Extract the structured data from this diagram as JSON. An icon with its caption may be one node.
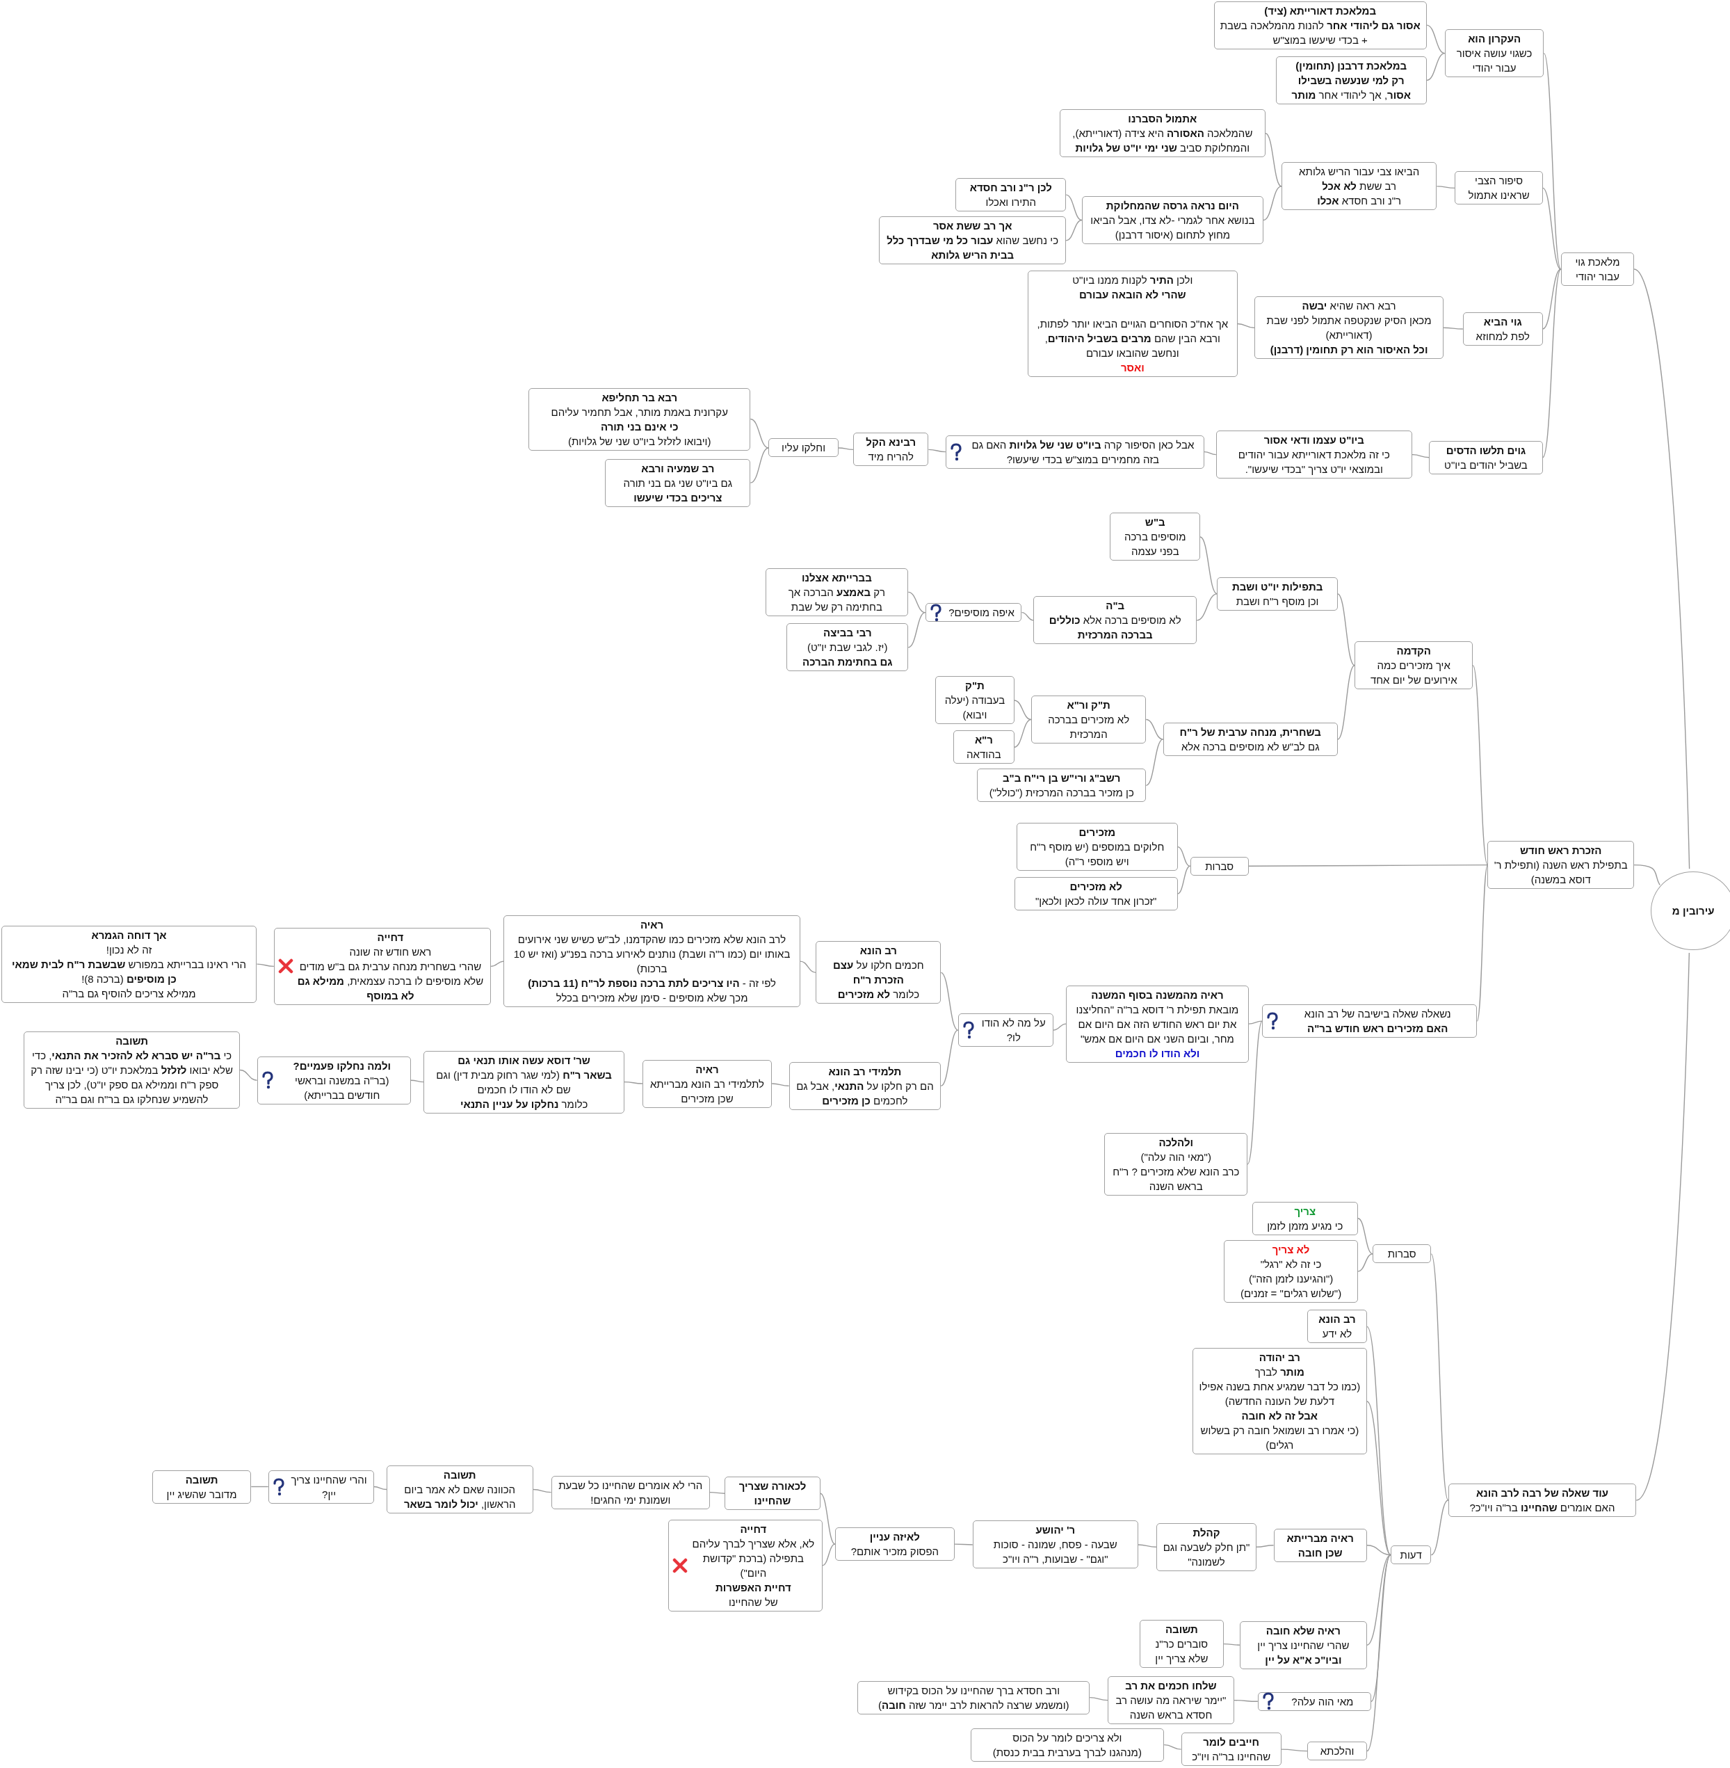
{
  "diagram": {
    "nodes": [
      {
        "text": [
          "עירובין מ"
        ]
      },
      {
        "text": [
          "מלאכת גוי עבור יהודי"
        ]
      },
      {
        "text": [
          "העקרון הוא",
          "כשגוי עושה איסור עבור יהודי"
        ]
      },
      {
        "text": [
          "במלאכת דאורייתא (ציד)",
          "**אסור גם ליהודי אחר** להנות מהמלאכה בשבת + בכדי שיעשו במוצ\"ש"
        ]
      },
      {
        "text": [
          "במלאכת דרבנן (תחומין)",
          "רק למי שנעשה בשבילו",
          "**אסור**, אך ליהודי אחר **מותר**"
        ]
      },
      {
        "text": [
          "סיפור הצבי שראינו אתמול"
        ]
      },
      {
        "text": [
          "הביאו צבי עבור הריש גלותא",
          "רב ששת **לא אכל**",
          "ר\"נ ורב חסדא **אכלו**"
        ]
      },
      {
        "text": [
          "אתמול הסברנו",
          "שהמלאכה **האסורה** היא צידה (דאורייתא), והמחלוקת סביב **שני ימי יו\"ט של גלויות**"
        ]
      },
      {
        "text": [
          "היום נראה גרסה שהמחלוקת",
          "בנושא אחר לגמרי -לא צדו, אבל הביאו מחוץ לתחום (איסור דרבנן)"
        ]
      },
      {
        "text": [
          "לכן ר\"נ ורב חסדא",
          "התירו ואכלו"
        ]
      },
      {
        "text": [
          "אך רב ששת אסר",
          "כי נחשב שהוא **עבור כל מי שבדרך כלל בבית הריש גלותא**"
        ]
      },
      {
        "text": [
          "גוי הביא",
          "לפת למחוזא"
        ]
      },
      {
        "text": [
          "רבא ראה שהיא **יבשה**",
          "מכאן הסיק שנקטפה אתמול לפני שבת (דאורייתא)",
          "וכל האיסור הוא רק תחומין (דרבנן)"
        ]
      },
      {
        "text": [
          "ולכן **התיר** לקנות ממנו ביו\"ט",
          "שהרי לא הובאה עבורם",
          "אך אח\"כ הסוחרים הגויים הביאו יותר לפתות, ורבא הבין שהם **מרבים בשביל היהודים**, ונחשב שהובאו עבורם",
          "ואסר"
        ]
      },
      {
        "text": [
          "גוים תלשו הדסים",
          "בשביל יהודים ביו\"ט"
        ]
      },
      {
        "text": [
          "ביו\"ט עצמו ודאי אסור",
          "כי זה מלאכת דאורייתא עבור יהודים ובמוצאי יו\"ט צריך \"בכדי שיעשו\"."
        ]
      },
      {
        "text": [
          "אבל כאן הסיפור קרה **ביו\"ט שני של גלויות** האם גם בזה מחמירים במוצ\"ש בכדי שיעשו?"
        ]
      },
      {
        "text": [
          "רבינא הקל",
          "להריח מיד"
        ]
      },
      {
        "text": [
          "וחלקו עליו"
        ]
      },
      {
        "text": [
          "רבא בר תחליפא",
          "עקרונית באמת מותר, אבל תחמיר עליהם",
          "כי אינם בני תורה",
          "(ויבואו לזלזל ביו\"ט שני של גלויות)"
        ]
      },
      {
        "text": [
          "רב שמעיה ורבא",
          "גם ביו\"ט שני גם בני תורה **צריכים בכדי שיעשו**"
        ]
      },
      {
        "text": [
          "הזכרת ראש חודש",
          "בתפילת ראש השנה (ותפילת ר' דוסא במשנה)"
        ]
      },
      {
        "text": [
          "הקדמה",
          "איך מזכירים כמה אירועים של יום אחד"
        ]
      },
      {
        "text": [
          "בתפילות יו\"ט ושבת",
          "וכן מוסף ר\"ח ושבת"
        ]
      },
      {
        "text": [
          "ב\"ש",
          "מוסיפים ברכה בפני עצמה"
        ]
      },
      {
        "text": [
          "ב\"ה",
          "לא מוסיפים ברכה אלא **כוללים בברכה המרכזית**"
        ]
      },
      {
        "text": [
          "איפה מוסיפים?"
        ]
      },
      {
        "text": [
          "בברייתא אצלנו",
          "רק **באמצע** הברכה אך בחתימה רק של שבת"
        ]
      },
      {
        "text": [
          "רבי בביצה",
          "(יז. לגבי שבת יו\"ט)",
          "גם בחתימת הברכה"
        ]
      },
      {
        "text": [
          "בשחרית, מנחה ערבית של ר\"ח",
          "גם לב\"ש לא מוסיפים ברכה אלא"
        ]
      },
      {
        "text": [
          "ת\"ק ור\"א",
          "לא מזכירים בברכה המרכזית"
        ]
      },
      {
        "text": [
          "ת\"ק",
          "בעבודה (יעלה ויבוא)"
        ]
      },
      {
        "text": [
          "ר\"א",
          "בהודאה"
        ]
      },
      {
        "text": [
          "רשב\"ג ורי\"ש בן רי\"ח ב\"ב",
          "כן מזכיר בברכה המרכזית (\"כולל\")"
        ]
      },
      {
        "text": [
          "סברות"
        ]
      },
      {
        "text": [
          "מזכירים",
          "חלוקים במוספים (יש מוסף ר\"ח ויש מוספי ר\"ה)"
        ]
      },
      {
        "text": [
          "לא מזכירים",
          "\"זכרון אחד עולה לכאן ולכאן\""
        ]
      },
      {
        "text": [
          "נשאלה שאלה בישיבה של רב הונא",
          "האם מזכירים ראש חודש בר\"ה"
        ]
      },
      {
        "text": [
          "ראיה מהמשנה בסוף המשנה",
          "מובאת תפילת ר' דוסא בר\"ה \"החליצנו את יום ראש החודש הזה אם היום אם מחר, וביום השני אם היום אם אמש\"",
          "ולא הודו לו חכמים"
        ]
      },
      {
        "text": [
          "על מה לא הודו לו?"
        ]
      },
      {
        "text": [
          "רב הונא",
          "חכמים חלקו על **עצם הזכרת ר\"ח**",
          "כלומר **לא מזכירים**"
        ]
      },
      {
        "text": [
          "ראיה",
          "לרב הונא שלא מזכירים כמו שהקדמנו, לב\"ש כשיש שני אירועים באותו יום (כמו ר\"ה ושבת) נותנים לאירוע ברכה בפנ\"ע (ואז יש 10 ברכות)",
          "לפי זה - **היו צריכים לתת ברכה נוספת לר\"ח (11 ברכות)**",
          "מכך שלא מוסיפים - סימן שלא מזכירים בכלל"
        ]
      },
      {
        "text": [
          "דחייה",
          "ראש חודש זה שונה",
          "שהרי בשחרית מנחה ערבית גם ב\"ש מודים שלא מוסיפים לו ברכה עצמאית, **ממילא גם לא במוסף**"
        ]
      },
      {
        "text": [
          "אך דוחה הגמרא",
          "זה לא נכון!",
          "הרי ראינו בברייתא במפורש **שבשבת ר\"ח לבית שמאי כן מוסיפים** (ברכה 8)!",
          "ממילא צריכים להוסיף גם בר\"ה"
        ]
      },
      {
        "text": [
          "תלמידי רב הונא",
          "הם רק חלקו על **התנאי**, אבל גם לחכמים **כן מזכירים**"
        ]
      },
      {
        "text": [
          "ראיה",
          "לתלמידי רב הונא מברייתא שכן מזכירים"
        ]
      },
      {
        "text": [
          "שר' דוסא עשה אותו תנאי גם",
          "**בשאר ר\"ח** (למי שגר רחוק מבית דין) וגם שם לא הודו לו חכמים",
          "כלומר **נחלקו על עניין התנאי**"
        ]
      },
      {
        "text": [
          "ולמה נחלקו פעמיים?",
          "(בר\"ה במשנה ובראשי חודשים בברייתא)"
        ]
      },
      {
        "text": [
          "תשובה",
          "כי **בר\"ה יש סברא לא להזכיר את התנאי**, כדי שלא יבואו **לזלזל** במלאכת יו\"ט (כי יבינו שזה רק ספק ר\"ח וממילא גם ספק יו\"ט), לכן צריך להשמיע שנחלקו גם בר\"ח וגם בר\"ה"
        ]
      },
      {
        "text": [
          "ולהלכה",
          "(\"מאי הוה עלה\")",
          "כרב הונא שלא מזכירים ? ר\"ח בראש השנה"
        ]
      },
      {
        "text": [
          "עוד שאלה של רבה לרב הונא",
          "האם אומרים **שהחיינו** בר\"ה ויו\"כ?"
        ]
      },
      {
        "text": [
          "סברות"
        ]
      },
      {
        "text": [
          "צריך",
          "כי מגיע מזמן לזמן"
        ]
      },
      {
        "text": [
          "לא צריך",
          "כי זה לא \"רגל\"",
          "(\"והגיענו לזמן הזה\")",
          "(\"שלוש רגלים\" = זמנים)"
        ]
      },
      {
        "text": [
          "דעות"
        ]
      },
      {
        "text": [
          "רב הונא",
          "לא ידע"
        ]
      },
      {
        "text": [
          "רב יהודה",
          "**מותר** לברך",
          "(כמו כל דבר שמגיע אחת בשנה אפילו דלעת של העונה החדשה)",
          "אבל זה לא חובה",
          "(כי אמרו רב ושמואל חובה רק בשלוש רגלים)"
        ]
      },
      {
        "text": [
          "ראיה מברייתא",
          "שכן חובה"
        ]
      },
      {
        "text": [
          "קהלת",
          "\"תן חלק לשבעה וגם לשמונה\""
        ]
      },
      {
        "text": [
          "ר' יהושע",
          "שבעה - פסח, שמונה - סוכות",
          "\"וגם\" - שבועות, ר\"ה ויו\"כ"
        ]
      },
      {
        "text": [
          "לאיזה עניין",
          "הפסוק מזכיר אותם?"
        ]
      },
      {
        "text": [
          "לכאורה שצריך שהחיינו"
        ]
      },
      {
        "text": [
          "הרי לא אומרים שהחיינו כל שבעת ושמונת ימי החגים!"
        ]
      },
      {
        "text": [
          "תשובה",
          "הכוונה שאם לא אמר ביום הראשון, **יכול לומר בשאר**"
        ]
      },
      {
        "text": [
          "והרי שהחיינו צריך יין?"
        ]
      },
      {
        "text": [
          "תשובה",
          "מדובר שהשיג יין"
        ]
      },
      {
        "text": [
          "דחייה",
          "לא, אלא שצריך לברך עליהם בתפילה (ברכת \"קדושת היום\")",
          "דחיית האפשרות",
          "של שהחיינו"
        ]
      },
      {
        "text": [
          "ראיה שלא חובה",
          "שהרי שהחיינו צריך יין",
          "וביו\"כ א\"א על יין"
        ]
      },
      {
        "text": [
          "תשובה",
          "סוברים כר\"נ שלא צריך יין"
        ]
      },
      {
        "text": [
          "מאי הוה עלה?"
        ]
      },
      {
        "text": [
          "שלחו חכמים את רב",
          "\"יימר שיראה מה עושה רב חסדא בראש השנה"
        ]
      },
      {
        "text": [
          "ורב חסדא ברך שהחיינו על הכוס בקידוש",
          "(ומשמע שרצה להראות לרב יימר שזה **חובה**)"
        ]
      },
      {
        "text": [
          "והלכתא"
        ]
      },
      {
        "text": [
          "חייבים לומר",
          "שהחיינו בר\"ה ויו\"כ"
        ]
      },
      {
        "text": [
          "ולא צריכים לומר על הכוס",
          "(מנהגנו לברך בערבית בבית כנסת)"
        ]
      }
    ],
    "edges": [
      {
        "from": 0,
        "to": 1,
        "arrow": "none"
      },
      {
        "from": 1,
        "to": 2,
        "arrow": "none"
      },
      {
        "from": 2,
        "to": 3,
        "arrow": "none"
      },
      {
        "from": 2,
        "to": 4,
        "arrow": "none"
      },
      {
        "from": 1,
        "to": 5,
        "arrow": "none"
      },
      {
        "from": 5,
        "to": 6,
        "arrow": "none"
      },
      {
        "from": 6,
        "to": 7,
        "arrow": "none"
      },
      {
        "from": 6,
        "to": 8,
        "arrow": "none"
      },
      {
        "from": 8,
        "to": 9,
        "arrow": "none"
      },
      {
        "from": 8,
        "to": 10,
        "arrow": "none"
      },
      {
        "from": 1,
        "to": 11,
        "arrow": "none"
      },
      {
        "from": 11,
        "to": 12,
        "arrow": "none"
      },
      {
        "from": 12,
        "to": 13,
        "arrow": "none"
      },
      {
        "from": 1,
        "to": 14,
        "arrow": "none"
      },
      {
        "from": 14,
        "to": 15,
        "arrow": "none"
      },
      {
        "from": 15,
        "to": 16,
        "arrow": "none"
      },
      {
        "from": 16,
        "to": 17,
        "arrow": "none"
      },
      {
        "from": 17,
        "to": 18,
        "arrow": "none"
      },
      {
        "from": 18,
        "to": 19,
        "arrow": "none"
      },
      {
        "from": 18,
        "to": 20,
        "arrow": "none"
      },
      {
        "from": 0,
        "to": 21,
        "arrow": "none"
      },
      {
        "from": 21,
        "to": 22,
        "arrow": "none"
      },
      {
        "from": 22,
        "to": 23,
        "arrow": "none"
      },
      {
        "from": 23,
        "to": 24,
        "arrow": "none"
      },
      {
        "from": 23,
        "to": 25,
        "arrow": "none"
      },
      {
        "from": 25,
        "to": 26,
        "arrow": "none"
      },
      {
        "from": 26,
        "to": 27,
        "arrow": "none"
      },
      {
        "from": 26,
        "to": 28,
        "arrow": "none"
      },
      {
        "from": 22,
        "to": 29,
        "arrow": "none"
      },
      {
        "from": 29,
        "to": 30,
        "arrow": "none"
      },
      {
        "from": 30,
        "to": 31,
        "arrow": "none"
      },
      {
        "from": 30,
        "to": 32,
        "arrow": "none"
      },
      {
        "from": 29,
        "to": 33,
        "arrow": "none"
      },
      {
        "from": 21,
        "to": 34,
        "arrow": "none"
      },
      {
        "from": 34,
        "to": 35,
        "arrow": "none"
      },
      {
        "from": 34,
        "to": 36,
        "arrow": "none"
      },
      {
        "from": 21,
        "to": 37,
        "arrow": "none"
      },
      {
        "from": 37,
        "to": 38,
        "arrow": "none"
      },
      {
        "from": 38,
        "to": 39,
        "arrow": "none"
      },
      {
        "from": 39,
        "to": 40,
        "arrow": "none"
      },
      {
        "from": 40,
        "to": 41,
        "arrow": "none"
      },
      {
        "from": 41,
        "to": 42,
        "arrow": "none"
      },
      {
        "from": 42,
        "to": 43,
        "arrow": "none"
      },
      {
        "from": 39,
        "to": 44,
        "arrow": "none"
      },
      {
        "from": 44,
        "to": 45,
        "arrow": "none"
      },
      {
        "from": 45,
        "to": 46,
        "arrow": "none"
      },
      {
        "from": 46,
        "to": 47,
        "arrow": "none"
      },
      {
        "from": 47,
        "to": 48,
        "arrow": "none"
      },
      {
        "from": 37,
        "to": 49,
        "arrow": "none"
      },
      {
        "from": 0,
        "to": 50,
        "arrow": "none"
      },
      {
        "from": 50,
        "to": 51,
        "arrow": "none"
      },
      {
        "from": 51,
        "to": 52,
        "arrow": "none"
      },
      {
        "from": 51,
        "to": 53,
        "arrow": "none"
      },
      {
        "from": 50,
        "to": 54,
        "arrow": "none"
      },
      {
        "from": 54,
        "to": 55,
        "arrow": "none"
      },
      {
        "from": 54,
        "to": 56,
        "arrow": "none"
      },
      {
        "from": 54,
        "to": 57,
        "arrow": "none"
      },
      {
        "from": 57,
        "to": 58,
        "arrow": "none"
      },
      {
        "from": 58,
        "to": 59,
        "arrow": "none"
      },
      {
        "from": 59,
        "to": 60,
        "arrow": "none"
      },
      {
        "from": 60,
        "to": 61,
        "arrow": "none"
      },
      {
        "from": 61,
        "to": 62,
        "arrow": "none"
      },
      {
        "from": 62,
        "to": 63,
        "arrow": "none"
      },
      {
        "from": 63,
        "to": 64,
        "arrow": "none"
      },
      {
        "from": 64,
        "to": 65,
        "arrow": "none"
      },
      {
        "from": 60,
        "to": 66,
        "arrow": "none"
      },
      {
        "from": 54,
        "to": 67,
        "arrow": "none"
      },
      {
        "from": 67,
        "to": 68,
        "arrow": "none"
      },
      {
        "from": 54,
        "to": 69,
        "arrow": "none"
      },
      {
        "from": 69,
        "to": 70,
        "arrow": "none"
      },
      {
        "from": 70,
        "to": 71,
        "arrow": "none"
      },
      {
        "from": 54,
        "to": 72,
        "arrow": "none"
      },
      {
        "from": 72,
        "to": 73,
        "arrow": "none"
      },
      {
        "from": 73,
        "to": 74,
        "arrow": "none"
      }
    ]
  }
}
